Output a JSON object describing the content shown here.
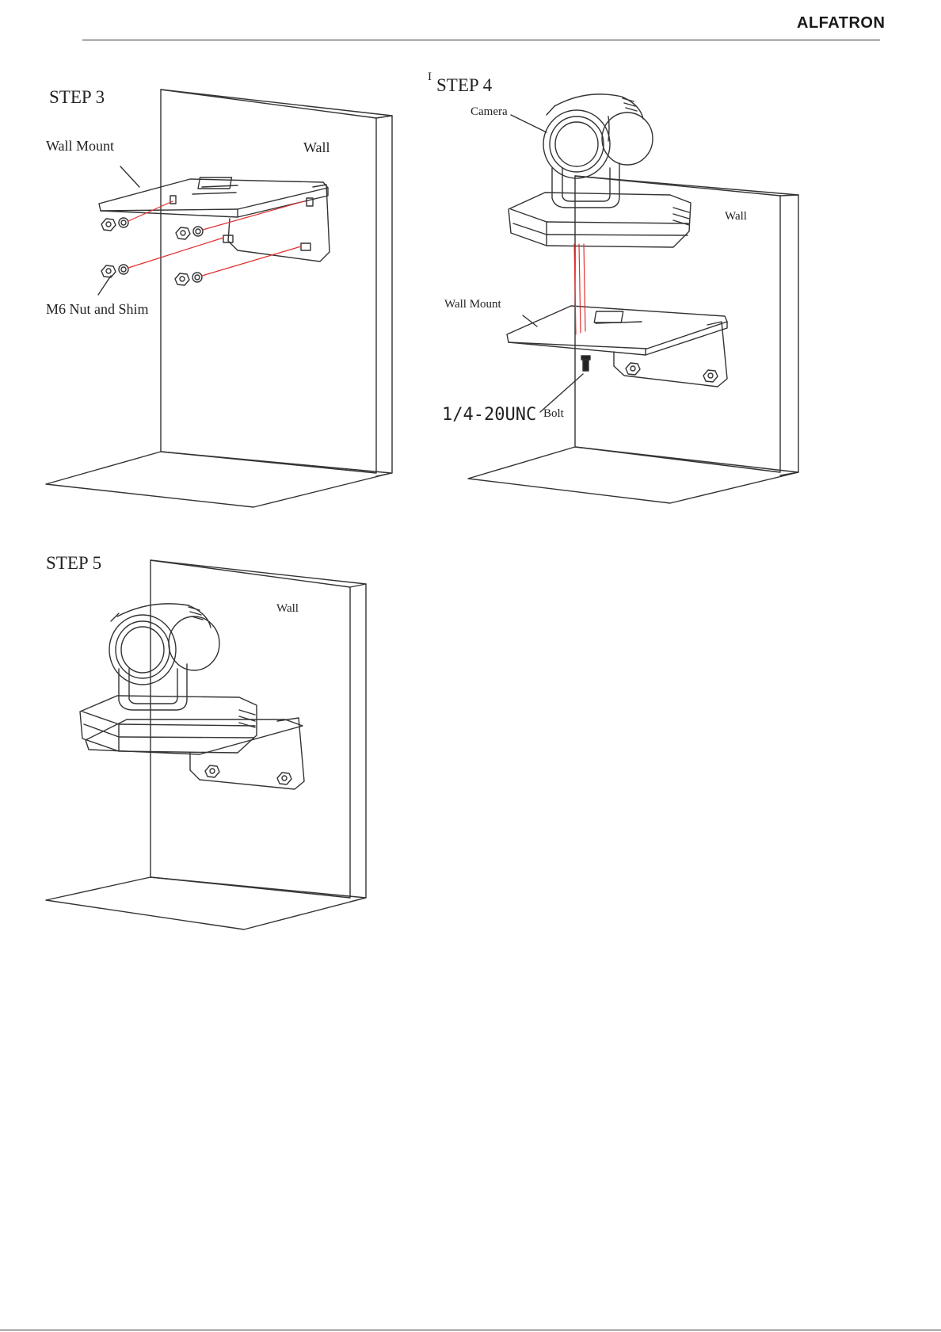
{
  "header": {
    "logo_text": "ALFATRON"
  },
  "colors": {
    "line": "#333333",
    "accent_red": "#e03030",
    "background": "#ffffff"
  },
  "step3": {
    "title": "STEP  3",
    "label_wall_mount": "Wall Mount",
    "label_wall": "Wall",
    "label_nut": "M6 Nut and Shim"
  },
  "step4": {
    "marker": "I",
    "title": "STEP  4",
    "label_camera": "Camera",
    "label_wall": "Wall",
    "label_wall_mount": "Wall Mount",
    "label_bolt_spec": "1/4-20UNC",
    "label_bolt": "Bolt"
  },
  "step5": {
    "title": "STEP  5",
    "label_wall": "Wall"
  }
}
